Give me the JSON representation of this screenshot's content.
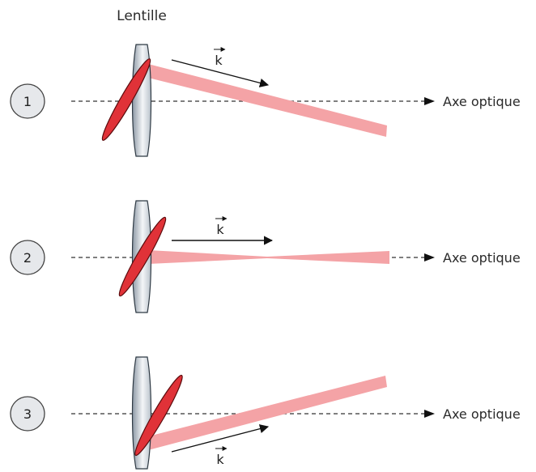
{
  "title": "Lentille",
  "axis_label": "Axe optique",
  "vector_label": "k",
  "colors": {
    "beam": "#f4a3a6",
    "ellipse_fill": "#e03238",
    "ellipse_stroke": "#5a0a0c",
    "lens_dark": "#8c98a5",
    "lens_light": "#f6f8fa",
    "lens_stroke": "#2f3a44",
    "circle_fill": "#e6e8eb",
    "circle_stroke": "#444"
  },
  "cases": [
    {
      "number": "1"
    },
    {
      "number": "2"
    },
    {
      "number": "3"
    }
  ]
}
